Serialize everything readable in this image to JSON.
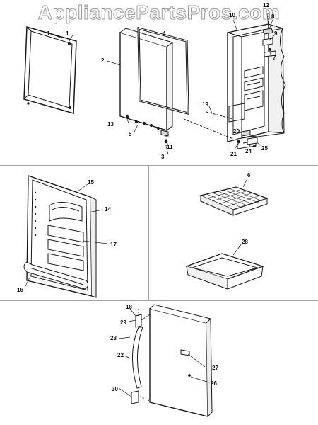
{
  "watermark": "AppliancePartsPros.com",
  "colors": {
    "line": "#1a1a1a",
    "divider": "#444444",
    "fill": "#ffffff",
    "shade": "#d8d8d8"
  },
  "callouts": {
    "c1": "1",
    "c2": "2",
    "c3": "3",
    "c4": "4",
    "c5": "5",
    "c6": "6",
    "c7": "7",
    "c8": "8",
    "c9": "9",
    "c10": "10",
    "c11": "11",
    "c12": "12",
    "c13": "13",
    "c14": "14",
    "c15": "15",
    "c16": "16",
    "c17": "17",
    "c18": "18",
    "c19": "19",
    "c20": "20",
    "c21": "21",
    "c22": "22",
    "c23": "23",
    "c24": "24",
    "c25": "25",
    "c26": "26",
    "c27": "27",
    "c28": "28",
    "c29": "29",
    "c30": "30"
  }
}
